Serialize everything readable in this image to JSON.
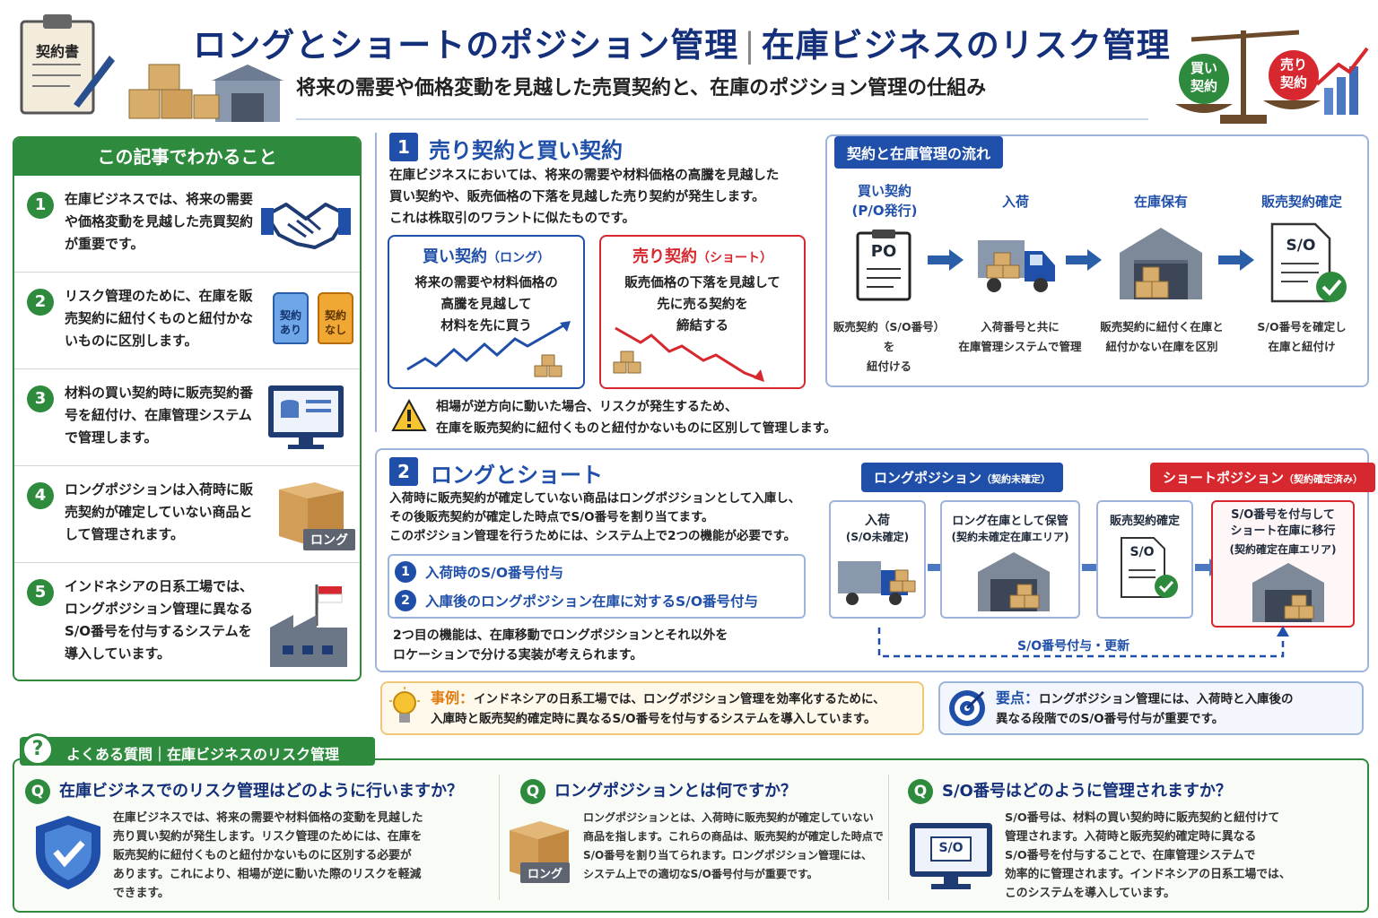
{
  "header": {
    "title_main": "ロングとショートのポジション管理",
    "title_sep": "|",
    "title_sub": "在庫ビジネスのリスク管理",
    "subtitle": "将来の需要や価格変動を見越した売買契約と、在庫のポジション管理の仕組み",
    "clipboard_label": "契約書",
    "scale_left": "買い\n契約",
    "scale_right": "売り\n契約"
  },
  "left_panel": {
    "heading": "この記事でわかること",
    "items": [
      {
        "num": "1",
        "text": "在庫ビジネスでは、将来の需要や価格変動を見越した売買契約が重要です。"
      },
      {
        "num": "2",
        "text": "リスク管理のために、在庫を販売契約に紐付くものと紐付かないものに区別します。",
        "tag1": "契約あり",
        "tag2": "契約なし"
      },
      {
        "num": "3",
        "text": "材料の買い契約時に販売契約番号を紐付け、在庫管理システムで管理します。"
      },
      {
        "num": "4",
        "text": "ロングポジションは入荷時に販売契約が確定していない商品として管理されます。",
        "box_label": "ロング"
      },
      {
        "num": "5",
        "text": "インドネシアの日系工場では、ロングポジション管理に異なるS/O番号を付与するシステムを導入しています。"
      }
    ]
  },
  "section1": {
    "num": "1",
    "title": "売り契約と買い契約",
    "body": [
      "在庫ビジネスにおいては、将来の需要や材料価格の高騰を見越した",
      "買い契約や、販売価格の下落を見越した売り契約が発生します。",
      "これは株取引のワラントに似たものです。"
    ],
    "buy": {
      "title": "買い契約",
      "suffix": "（ロング）",
      "lines": [
        "将来の需要や材料価格の",
        "高騰を見越して",
        "材料を先に買う"
      ]
    },
    "sell": {
      "title": "売り契約",
      "suffix": "（ショート）",
      "lines": [
        "販売価格の下落を見越して",
        "先に売る契約を",
        "締結する"
      ]
    },
    "warning": [
      "相場が逆方向に動いた場合、リスクが発生するため、",
      "在庫を販売契約に紐付くものと紐付かないものに区別して管理します。"
    ],
    "flow": {
      "heading": "契約と在庫管理の流れ",
      "steps": [
        {
          "label": "買い契約\n(P/O発行)",
          "icon_text": "PO",
          "desc": "販売契約（S/O番号）を\n紐付ける"
        },
        {
          "label": "入荷",
          "desc": "入荷番号と共に\n在庫管理システムで管理"
        },
        {
          "label": "在庫保有",
          "desc": "販売契約に紐付く在庫と\n紐付かない在庫を区別"
        },
        {
          "label": "販売契約確定",
          "icon_text": "S/O",
          "desc": "S/O番号を確定し\n在庫と紐付け"
        }
      ]
    }
  },
  "section2": {
    "num": "2",
    "title": "ロングとショート",
    "body": [
      "入荷時に販売契約が確定していない商品はロングポジションとして入庫し、",
      "その後販売契約が確定した時点でS/O番号を割り当てます。",
      "このポジション管理を行うためには、システム上で2つの機能が必要です。"
    ],
    "functions": [
      {
        "num": "1",
        "text": "入荷時のS/O番号付与"
      },
      {
        "num": "2",
        "text": "入庫後のロングポジション在庫に対するS/O番号付与"
      }
    ],
    "note": [
      "2つ目の機能は、在庫移動でロングポジションとそれ以外を",
      "ロケーションで分ける実装が考えられます。"
    ],
    "long_pill": "ロングポジション",
    "long_pill_sub": "（契約未確定）",
    "short_pill": "ショートポジション",
    "short_pill_sub": "（契約確定済み）",
    "cards": [
      {
        "title": "入荷",
        "sub": "(S/O未確定)"
      },
      {
        "title": "ロング在庫として保管",
        "sub": "(契約未確定在庫エリア)"
      },
      {
        "title": "販売契約確定",
        "icon_text": "S/O"
      },
      {
        "title": "S/O番号を付与して\nショート在庫に移行",
        "sub": "(契約確定在庫エリア)"
      }
    ],
    "dashed_label": "S/O番号付与・更新"
  },
  "example": {
    "label": "事例：",
    "text1": "インドネシアの日系工場では、ロングポジション管理を効率化するために、",
    "text2": "入庫時と販売契約確定時に異なるS/O番号を付与するシステムを導入しています。"
  },
  "keypoint": {
    "label": "要点：",
    "text1": "ロングポジション管理には、入荷時と入庫後の",
    "text2": "異なる段階でのS/O番号付与が重要です。"
  },
  "faq": {
    "heading": "よくある質問｜在庫ビジネスのリスク管理",
    "items": [
      {
        "q": "在庫ビジネスでのリスク管理はどのように行いますか？",
        "a": [
          "在庫ビジネスでは、将来の需要や材料価格の変動を見越した",
          "売り買い契約が発生します。リスク管理のためには、在庫を",
          "販売契約に紐付くものと紐付かないものに区別する必要が",
          "あります。これにより、相場が逆に動いた際のリスクを軽減",
          "できます。"
        ]
      },
      {
        "q": "ロングポジションとは何ですか？",
        "a": [
          "ロングポジションとは、入荷時に販売契約が確定していない",
          "商品を指します。これらの商品は、販売契約が確定した時点で",
          "S/O番号を割り当てられます。ロングポジション管理には、",
          "システム上での適切なS/O番号付与が重要です。"
        ],
        "box_label": "ロング"
      },
      {
        "q": "S/O番号はどのように管理されますか？",
        "a": [
          "S/O番号は、材料の買い契約時に販売契約と紐付けて",
          "管理されます。入荷時と販売契約確定時に異なる",
          "S/O番号を付与することで、在庫管理システムで",
          "効率的に管理されます。インドネシアの日系工場では、",
          "このシステムを導入しています。"
        ],
        "icon_text": "S/O"
      }
    ]
  },
  "colors": {
    "navy": "#15307a",
    "blue": "#1f4fa8",
    "green": "#2e8b3d",
    "red": "#d6282e",
    "orange": "#e8a93a"
  }
}
